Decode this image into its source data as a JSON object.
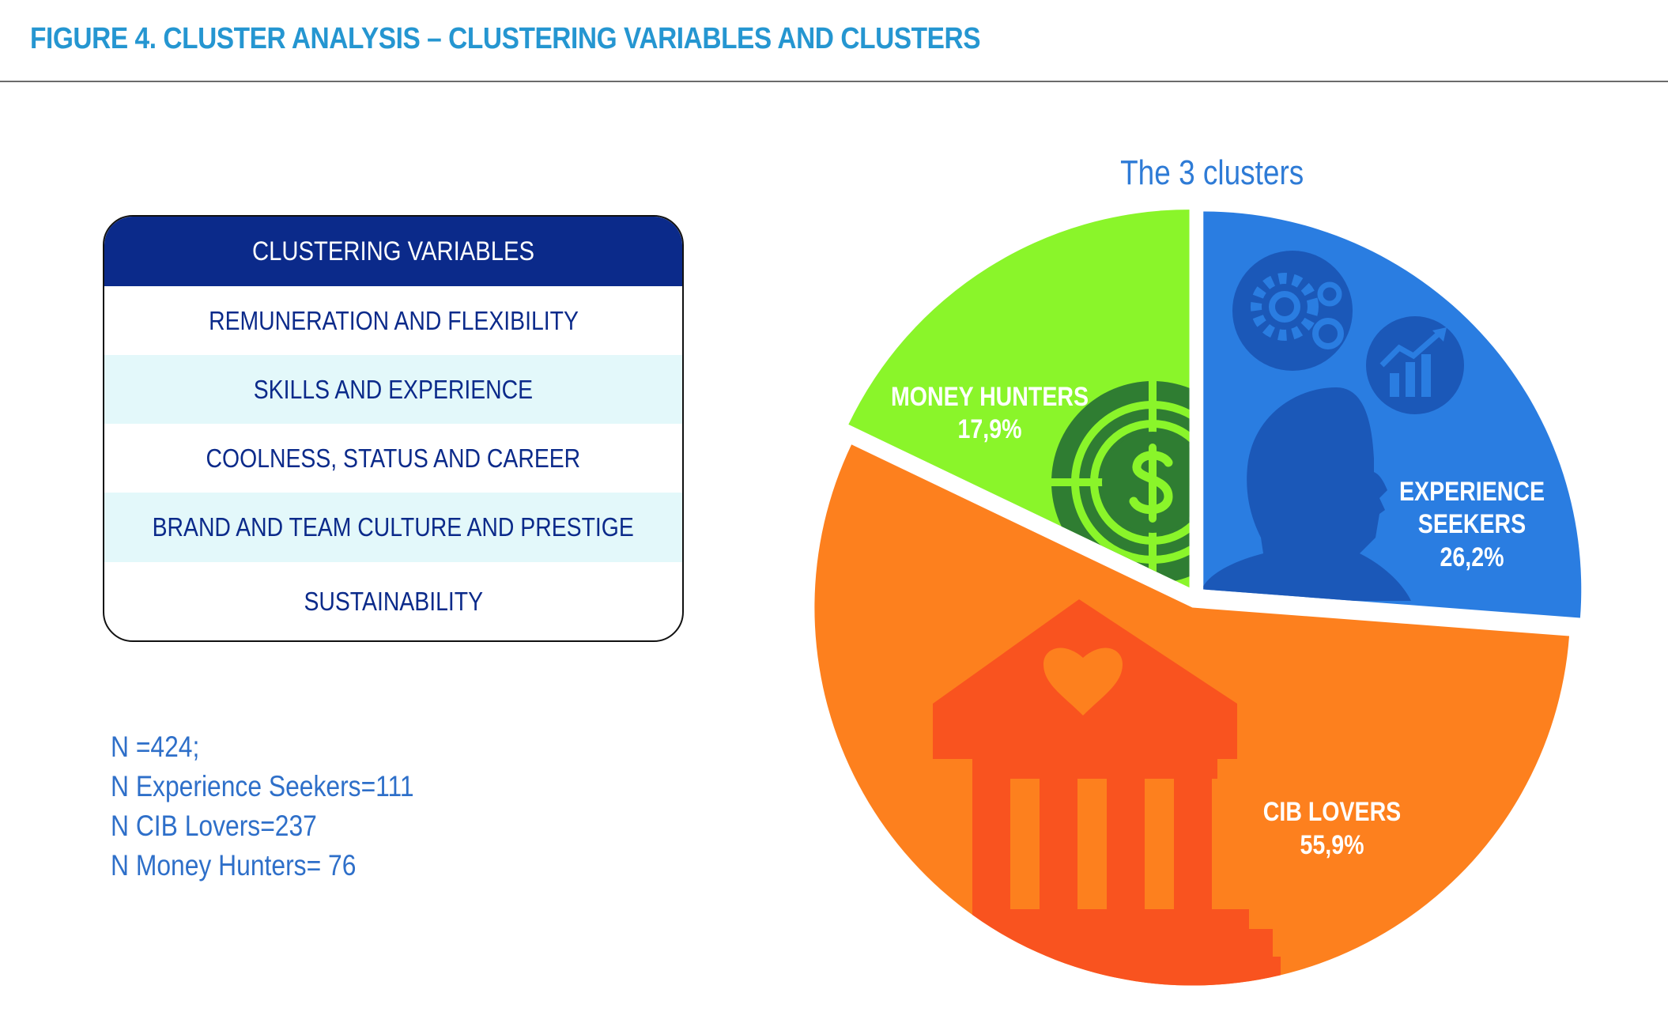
{
  "figure": {
    "title": "FIGURE 4. CLUSTER ANALYSIS – CLUSTERING VARIABLES AND CLUSTERS"
  },
  "variables_table": {
    "header": "CLUSTERING VARIABLES",
    "rows": [
      "REMUNERATION AND FLEXIBILITY",
      "SKILLS AND EXPERIENCE",
      "COOLNESS, STATUS AND CAREER",
      "BRAND AND TEAM CULTURE AND PRESTIGE",
      "SUSTAINABILITY"
    ]
  },
  "notes": [
    "N =424;",
    "N Experience Seekers=111",
    "N CIB Lovers=237",
    "N Money Hunters= 76"
  ],
  "colors": {
    "title": "#2596d1",
    "table_header": "#0b2a8a",
    "table_text": "#0b2a8a",
    "table_shaded_row": "#e3f8fa",
    "notes_text": "#2e6fc9",
    "experience_seekers": "#2a7de1",
    "cib_lovers": "#fd801e",
    "money_hunters": "#8af52a"
  },
  "chart_data": {
    "type": "pie",
    "title": "The 3 clusters",
    "slices": [
      {
        "label": "EXPERIENCE SEEKERS",
        "value": 26.2,
        "value_label": "26,2%",
        "color": "#2a7de1",
        "icon": "head-with-gears-and-growth-chart-icon"
      },
      {
        "label": "CIB LOVERS",
        "value": 55.9,
        "value_label": "55,9%",
        "color": "#fd801e",
        "icon": "bank-with-heart-icon"
      },
      {
        "label": "MONEY HUNTERS",
        "value": 17.9,
        "value_label": "17,9%",
        "color": "#8af52a",
        "icon": "dollar-target-icon"
      }
    ],
    "start_angle_deg": 0,
    "direction": "clockwise",
    "exploded": true,
    "legend": "none"
  }
}
